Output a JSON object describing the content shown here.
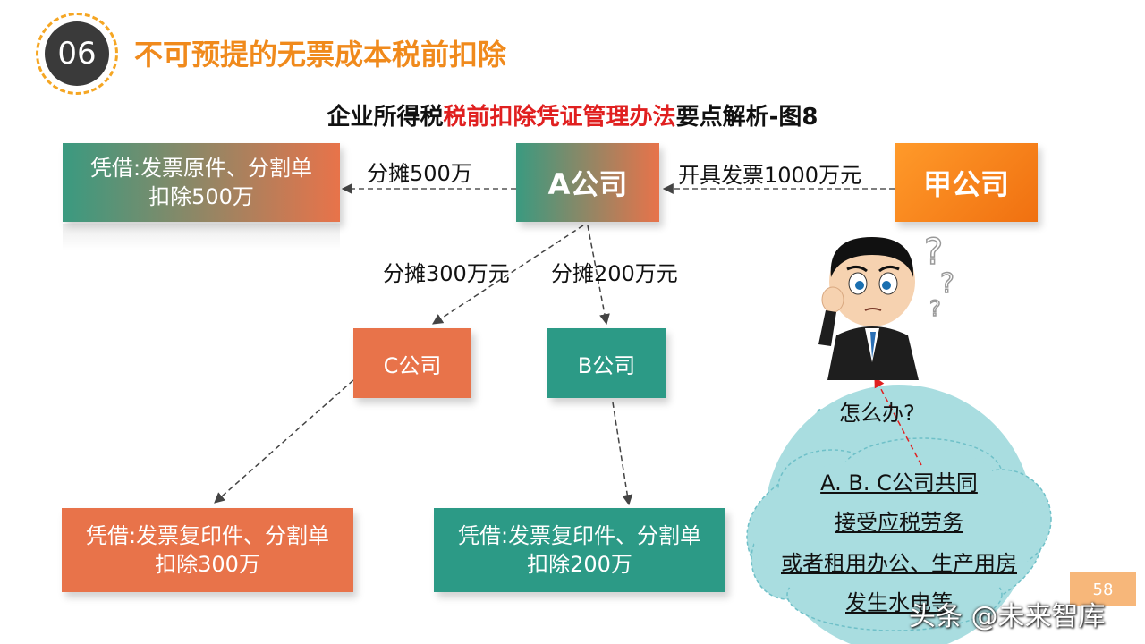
{
  "header": {
    "badge": "06",
    "section_title": "不可预提的无票成本税前扣除"
  },
  "title": {
    "prefix": "企业所得税",
    "highlight": "税前扣除凭证管理办法",
    "suffix": "要点解析-图8"
  },
  "nodes": {
    "top_left": {
      "line1": "凭借:发票原件、分割单",
      "line2": "扣除500万"
    },
    "a": "A公司",
    "jia": "甲公司",
    "c": "C公司",
    "b": "B公司",
    "bottom_c": {
      "line1": "凭借:发票复印件、分割单",
      "line2": "扣除300万"
    },
    "bottom_b": {
      "line1": "凭借:发票复印件、分割单",
      "line2": "扣除200万"
    }
  },
  "edges": {
    "a_to_left": "分摊500万",
    "jia_to_a": "开具发票1000万元",
    "a_to_c": "分摊300万元",
    "a_to_b": "分摊200万元"
  },
  "question": "怎么办?",
  "cloud": {
    "lines": [
      "A. B. C公司共同",
      "接受应税劳务",
      "或者租用办公、生产用房",
      "发生水电等"
    ]
  },
  "page_number": "58",
  "watermark": "头条 @未来智库",
  "colors": {
    "orange": "#e8734a",
    "teal": "#2c9a86",
    "title_orange": "#f08a1c",
    "highlight_red": "#e02020",
    "cloud": "#a9dde0"
  }
}
